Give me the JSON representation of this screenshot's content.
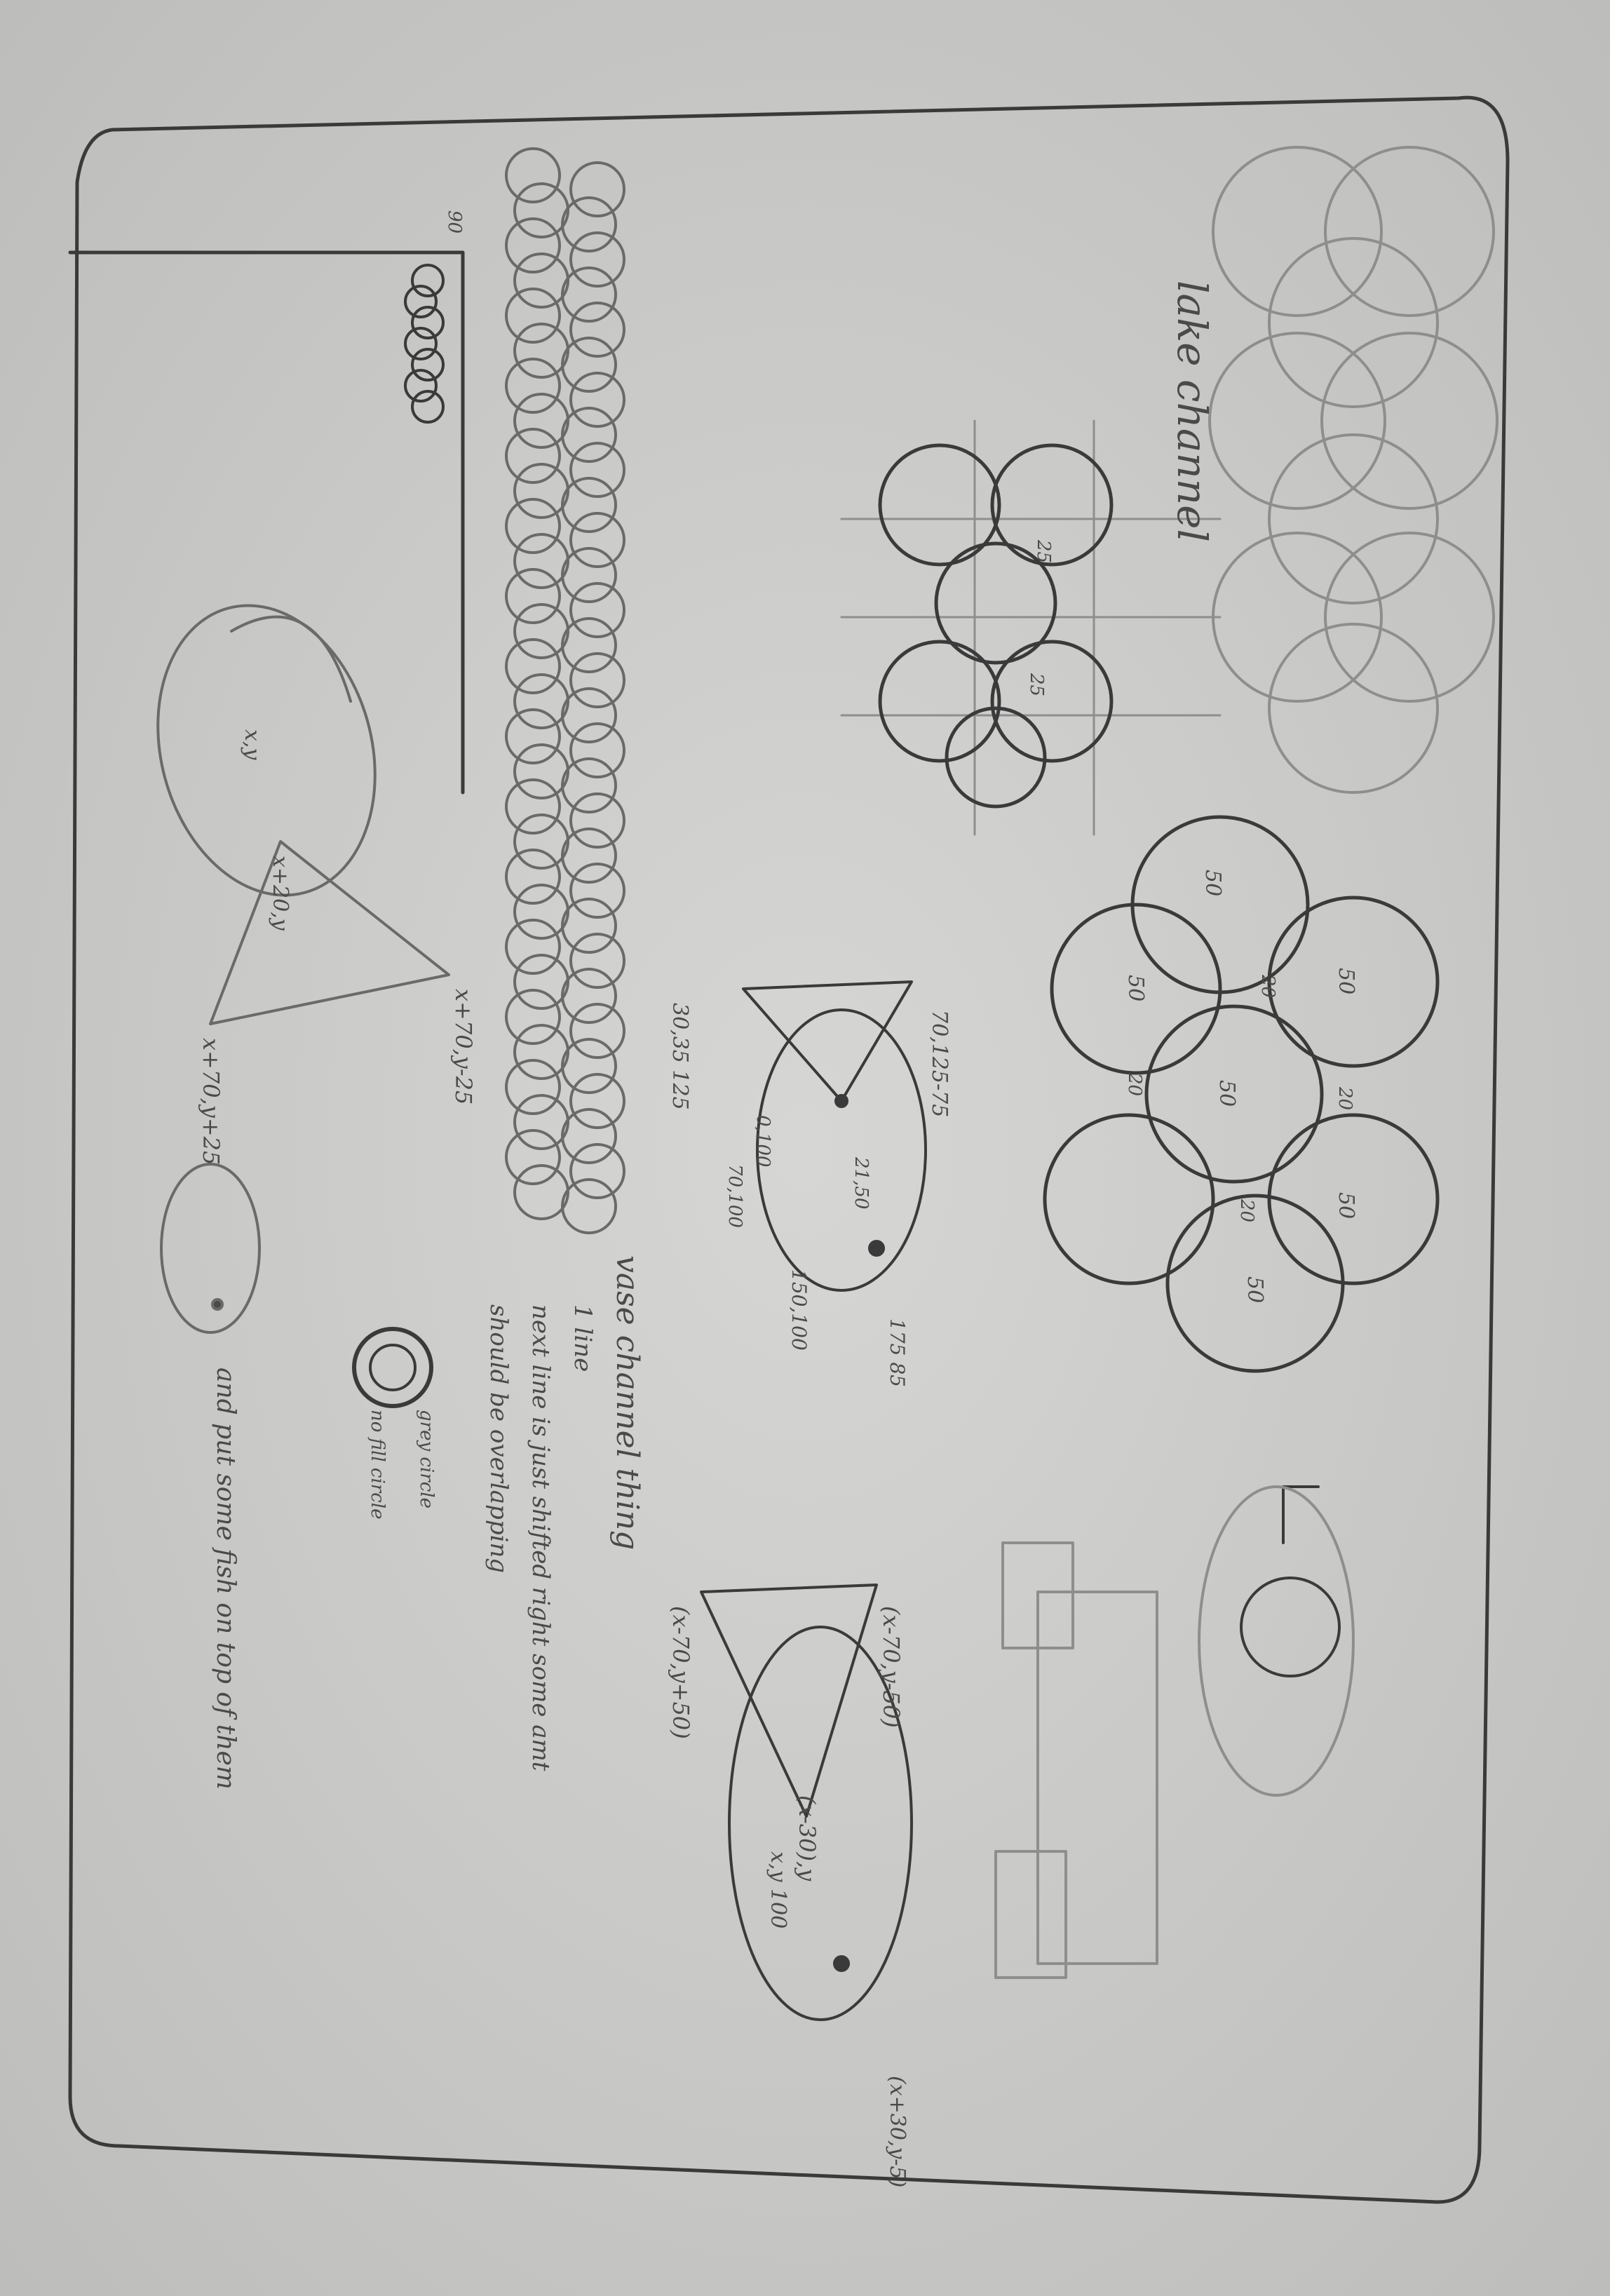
{
  "photo": {
    "paper_color": "#cfcfcd",
    "pencil_color": "#5a5a5a",
    "background_color": "#c9c9c7"
  },
  "notes": {
    "lake_channel": "lake channel",
    "label_25_a": "25",
    "label_25_b": "25",
    "label_50_list": [
      "50",
      "50",
      "50",
      "50",
      "50",
      "50"
    ],
    "label_20_list": [
      "20",
      "20",
      "20",
      "20"
    ],
    "fish_center_xy": "x,y",
    "fish_tail_mid": "x+20,y",
    "fish_tail_top": "x+70,y-25",
    "fish_tail_bottom": "x+70,y+25",
    "vase_pt_1": "30,35 125",
    "vase_pt_2": "0,100",
    "vase_pt_3": "70,100",
    "vase_pt_4": "70,125-75",
    "vase_pt_5": "21,50",
    "vase_pt_6": "150,100",
    "vase_pt_7": "175 85",
    "vase_channel": "vase channel thing",
    "one_line": "1 line",
    "next_line": "next line is just shifted right some amt",
    "overlapping": "should be overlapping",
    "grey_circle": "grey circle",
    "no_fill_circle": "no fill circle",
    "fish_on_top": "and put some fish on top of them",
    "fish2_tail_top": "(x-70,y+50)",
    "fish2_tail_bottom": "(x-70,y-50)",
    "fish2_tail_mid": "(x-30),y",
    "fish2_center": "x,y 100",
    "fish2_eye": "(x+30,y-5)",
    "pot_label": "90"
  }
}
